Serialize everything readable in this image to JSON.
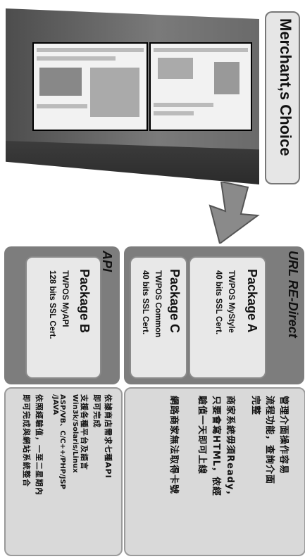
{
  "banner": {
    "title": "Merchant,s Choice"
  },
  "packages": {
    "url_redirect": {
      "header": "URL RE-Direct",
      "a": {
        "title": "Package A",
        "line1": "TWPOS MyStyle",
        "line2": "40 bits SSL Cert."
      },
      "c": {
        "title": "Package C",
        "line1": "TWPOS Common",
        "line2": "40 bits SSL Cert."
      }
    },
    "api": {
      "header": "API",
      "b": {
        "title": "Package  B",
        "line1": "TWPOS MyAPI",
        "line2": "128 bits SSL Cert."
      }
    }
  },
  "descriptions": {
    "right": {
      "line1": "管理介面操作容易",
      "line2": "流程功能，查詢介面",
      "line3": "完整",
      "line4": "商家系統毋須Ready，",
      "line5": "只要會寫HTML，依經",
      "line6": "驗值一天即可上線",
      "line7": "網路商家無法取得卡號"
    },
    "left": {
      "line1": "依據商店需求七種API",
      "line2": "即可完成",
      "line3": "支援各種平台及語言",
      "line4": "Win3k/Solaris/Linux",
      "line5": "ASP/VB、C/C++/PHP/JSP",
      "line6": "/JAVA",
      "line7": "依照經驗值，一至二星期內",
      "line8": "即可完成與網站系統整合"
    }
  }
}
